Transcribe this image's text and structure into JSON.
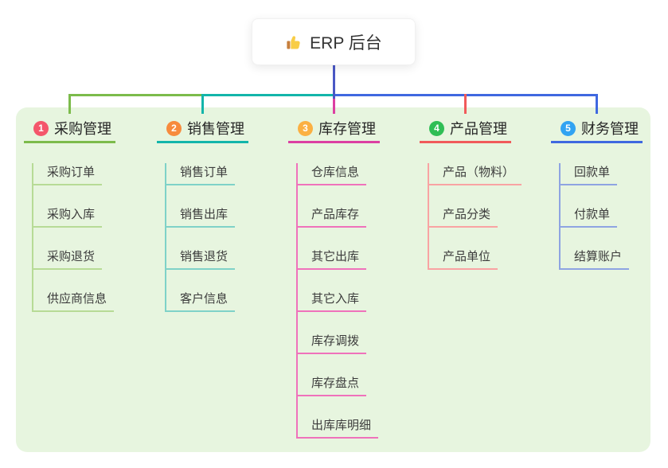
{
  "root": {
    "label": "ERP 后台",
    "icon": "thumbs-up"
  },
  "colors": {
    "page_bg": "#FFFFFF",
    "panel_bg": "#E7F5DF",
    "trunk": "#4A58C5"
  },
  "branches": [
    {
      "badge": "1",
      "label": "采购管理",
      "badge_color": "#F4566B",
      "line_color": "#7CBB4B",
      "child_line_color": "#B7DB96",
      "children": [
        "采购订单",
        "采购入库",
        "采购退货",
        "供应商信息"
      ]
    },
    {
      "badge": "2",
      "label": "销售管理",
      "badge_color": "#F78B3D",
      "line_color": "#13B5AA",
      "child_line_color": "#7FD2C8",
      "children": [
        "销售订单",
        "销售出库",
        "销售退货",
        "客户信息"
      ]
    },
    {
      "badge": "3",
      "label": "库存管理",
      "badge_color": "#FBB042",
      "line_color": "#DC3FA2",
      "child_line_color": "#EF72BB",
      "children": [
        "仓库信息",
        "产品库存",
        "其它出库",
        "其它入库",
        "库存调拨",
        "库存盘点",
        "出库库明细"
      ]
    },
    {
      "badge": "4",
      "label": "产品管理",
      "badge_color": "#2FBE55",
      "line_color": "#F15A5A",
      "child_line_color": "#F9A3A3",
      "children": [
        "产品（物料）",
        "产品分类",
        "产品单位"
      ]
    },
    {
      "badge": "5",
      "label": "财务管理",
      "badge_color": "#31A3F2",
      "line_color": "#3F68E0",
      "child_line_color": "#8EA4E2",
      "children": [
        "回款单",
        "付款单",
        "结算账户"
      ]
    }
  ]
}
